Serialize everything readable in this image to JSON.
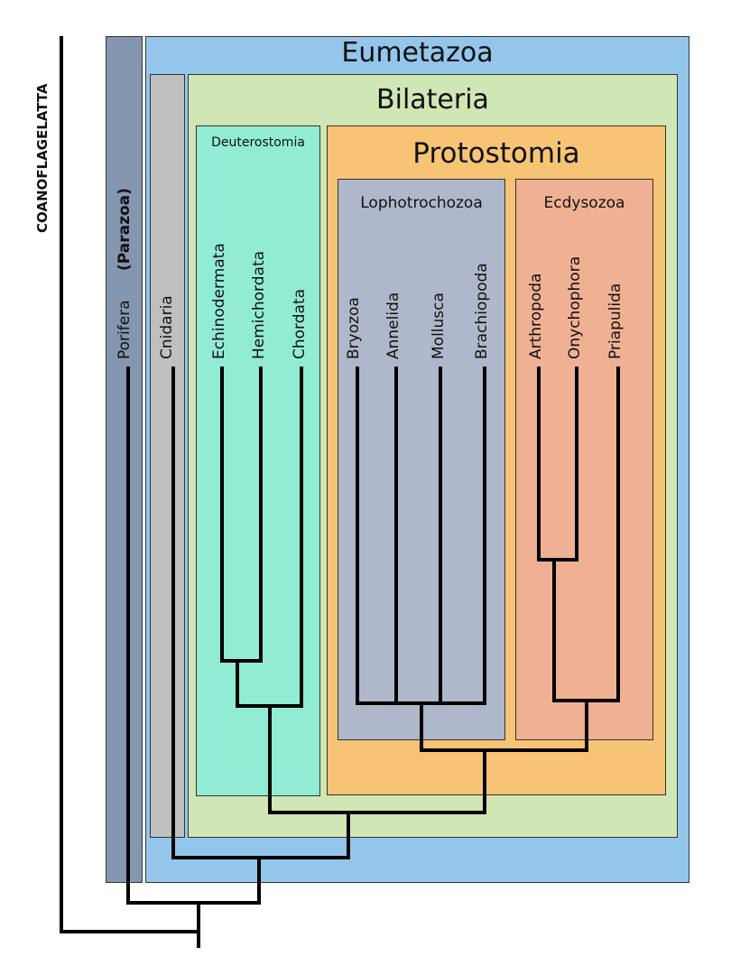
{
  "outgroup": {
    "label": "COANOFLAGELATTA"
  },
  "parazoa": {
    "label": "(Parazoa)",
    "color": "#8496b0"
  },
  "clades": {
    "eumetazoa": {
      "label": "Eumetazoa",
      "color": "#94c6ec"
    },
    "bilateria": {
      "label": "Bilateria",
      "color": "#d1e6b5"
    },
    "deuterostomia": {
      "label": "Deuterostomia",
      "color": "#91ecd3"
    },
    "protostomia": {
      "label": "Protostomia",
      "color": "#f6c474"
    },
    "lophotrochozoa": {
      "label": "Lophotrochozoa",
      "color": "#aeb8ca"
    },
    "ecdysozoa": {
      "label": "Ecdysozoa",
      "color": "#f0b094"
    },
    "cnidaria_box": {
      "color": "#bfbfbf"
    }
  },
  "taxa": {
    "porifera": "Porifera",
    "cnidaria": "Cnidaria",
    "echinodermata": "Echinodermata",
    "hemichordata": "Hemichordata",
    "chordata": "Chordata",
    "bryozoa": "Bryozoa",
    "annelida": "Annelida",
    "mollusca": "Mollusca",
    "brachiopoda": "Brachiopoda",
    "arthropoda": "Arthropoda",
    "onychophora": "Onychophora",
    "priapulida": "Priapulida"
  }
}
